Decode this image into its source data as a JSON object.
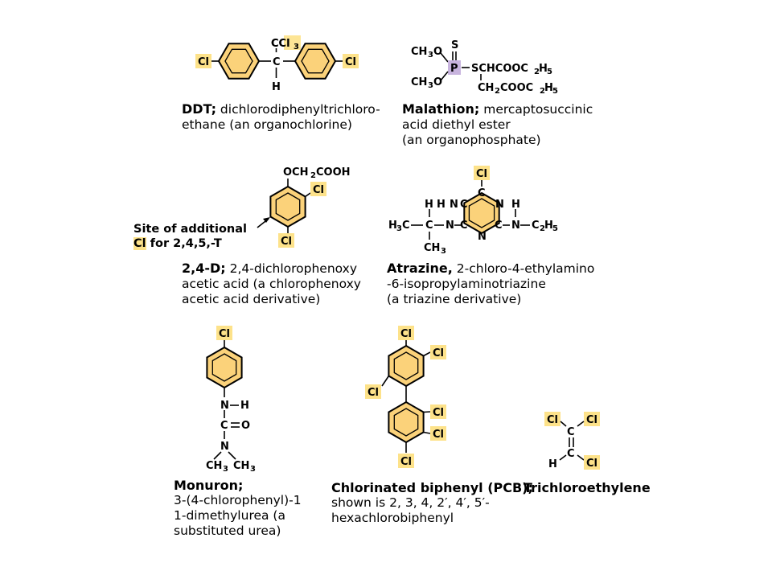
{
  "ddt": {
    "name": "DDT;",
    "caption_1": " dichlorodiphenyltrichloro-",
    "caption_2": "ethane (an organochlorine)"
  },
  "malathion": {
    "name": "Malathion;",
    "caption_1": " mercaptosuccinic",
    "caption_2": "acid diethyl ester",
    "caption_3": "(an organophosphate)"
  },
  "d24": {
    "name": "2,4-D;",
    "caption_1": " 2,4-dichlorophenoxy",
    "caption_2": "acetic acid (a chlorophenoxy",
    "caption_3": "acetic acid derivative)",
    "site_1": "Site of additional",
    "site_cl": "Cl",
    "site_2": " for 2,4,5,-T"
  },
  "atrazine": {
    "name": "Atrazine,",
    "caption_1": " 2-chloro-4-ethylamino",
    "caption_2": "-6-isopropylaminotriazine",
    "caption_3": "(a triazine derivative)"
  },
  "monuron": {
    "name": "Monuron;",
    "caption_1": "3-(4-chlorophenyl)-1",
    "caption_2": "1-dimethylurea (a",
    "caption_3": "substituted urea)"
  },
  "pcb": {
    "name": "Chlorinated biphenyl (PCB);",
    "caption_1": "shown is 2, 3, 4, 2′, 4′, 5′-",
    "caption_2": "hexachlorobiphenyl"
  },
  "tce": {
    "name": "Trichloroethylene"
  },
  "colors": {
    "ring_fill": "#fbd27a",
    "cl_highlight": "#fde28a",
    "p_highlight": "#c8b4de"
  }
}
